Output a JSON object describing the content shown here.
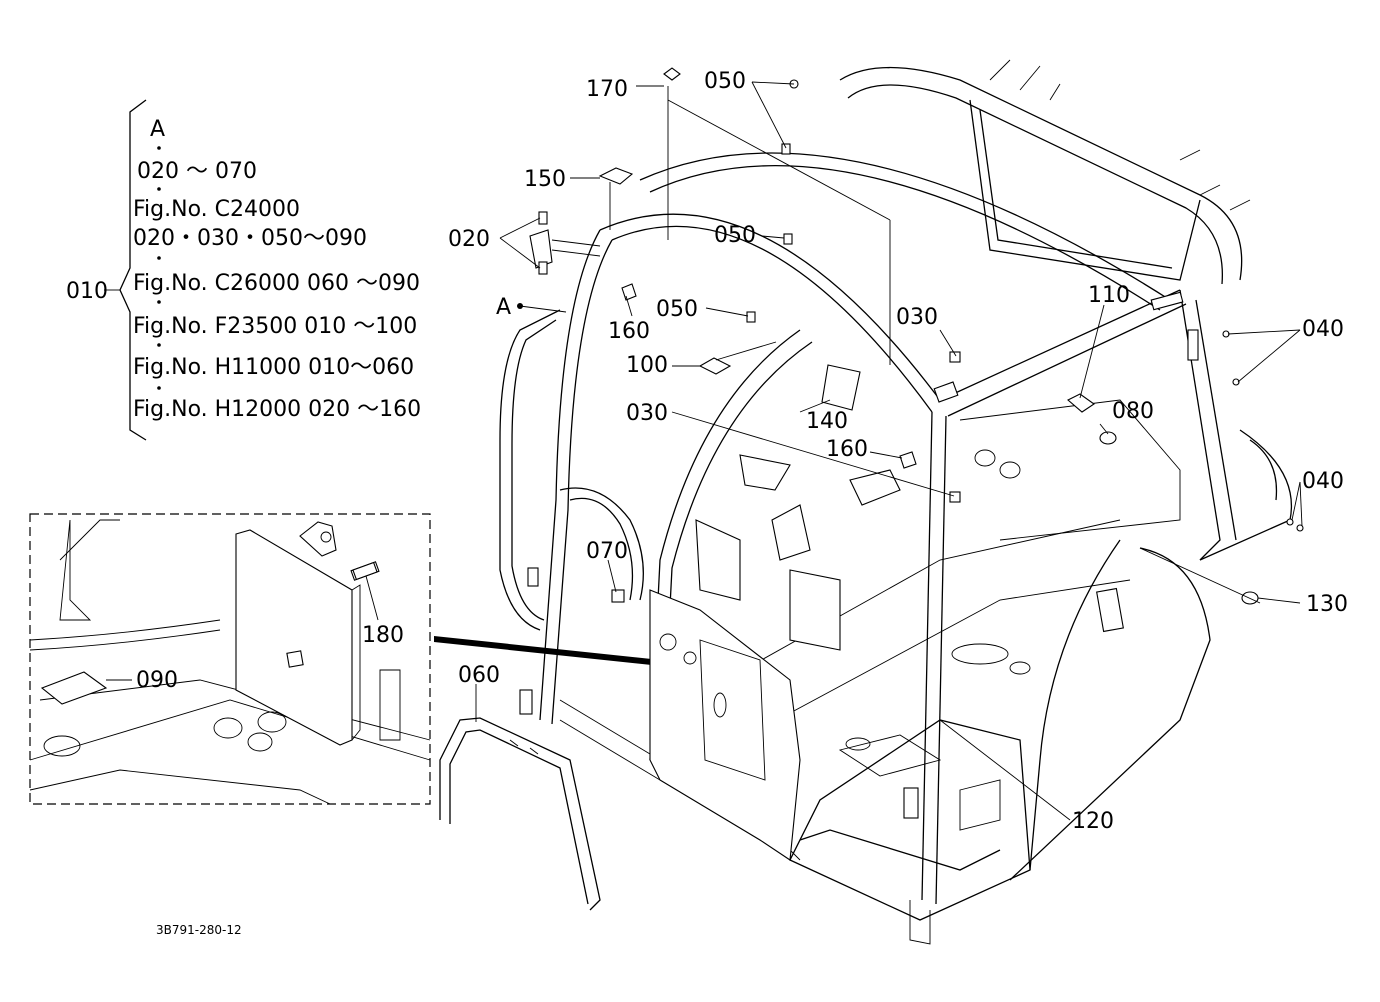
{
  "legend": {
    "lines": [
      "A",
      "020 ～ 070",
      "Fig.No. C24000",
      "020・030・050～090",
      "Fig.No. C26000  060 ～090",
      "Fig.No. F23500  010 ～100",
      "Fig.No. H11000  010～060",
      "Fig.No. H12000  020 ～160"
    ],
    "main_part": "010"
  },
  "callouts": {
    "c170": "170",
    "c050a": "050",
    "c150": "150",
    "c020": "020",
    "c050b": "050",
    "c160a": "160",
    "c050c": "050",
    "c100": "100",
    "c030a": "030",
    "c110": "110",
    "c040a": "040",
    "c140": "140",
    "c080": "080",
    "c030b": "030",
    "c160b": "160",
    "c040b": "040",
    "c070": "070",
    "c130": "130",
    "c180": "180",
    "c090": "090",
    "c060": "060",
    "c120": "120"
  },
  "reference_a": "A",
  "drawing_number": "3B791-280-12"
}
